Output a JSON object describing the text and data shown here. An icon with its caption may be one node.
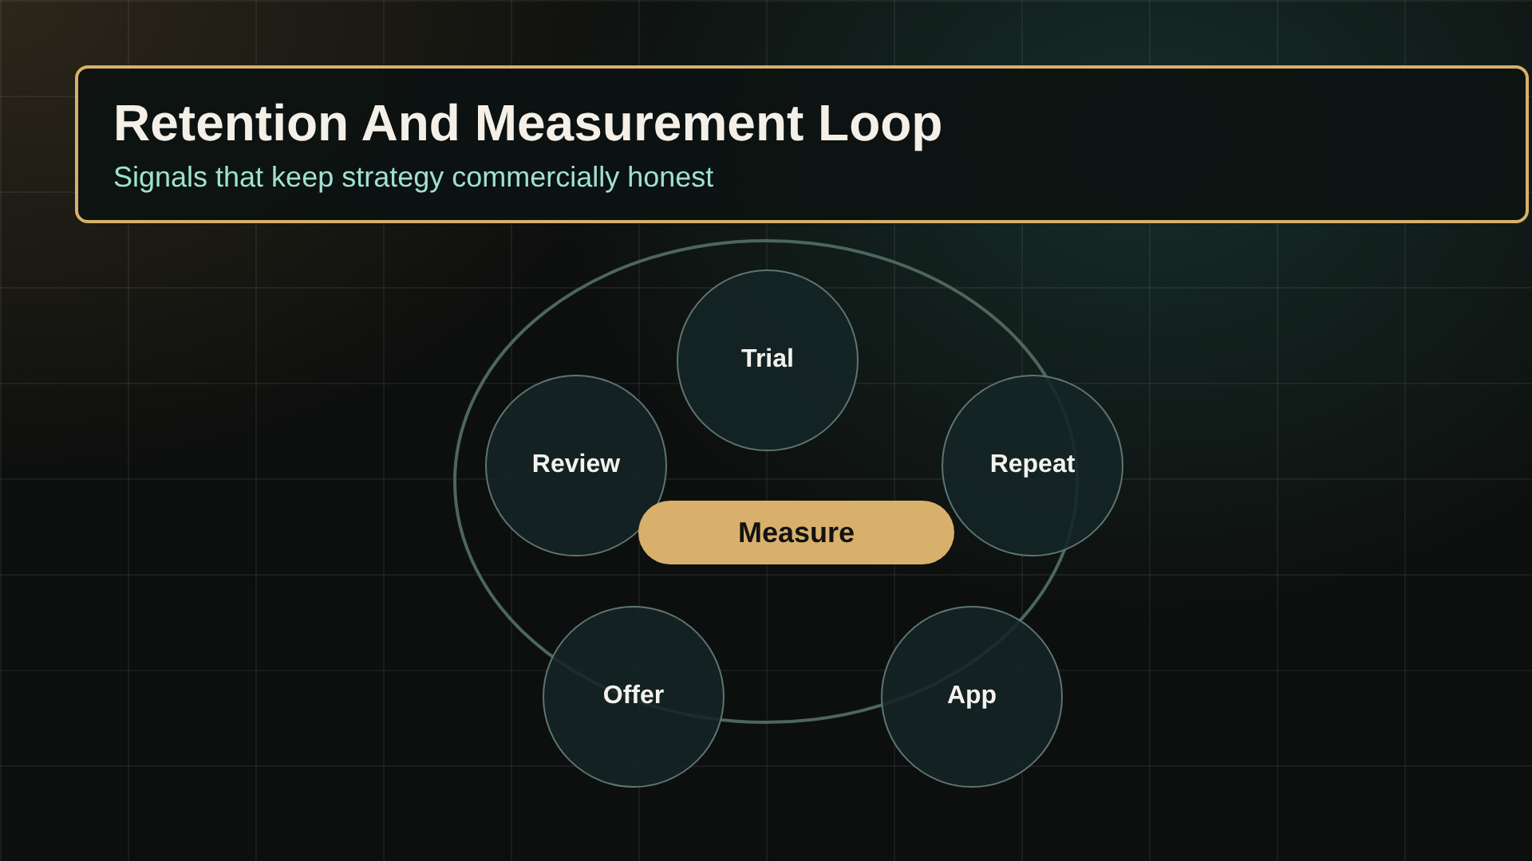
{
  "diagram": {
    "title": "Retention And Measurement Loop",
    "nodes": [
      {
        "text": [
          "Trial"
        ]
      },
      {
        "text": [
          "Review"
        ]
      },
      {
        "text": [
          "Repeat"
        ]
      },
      {
        "text": [
          "Measure"
        ]
      },
      {
        "text": [
          "Offer"
        ]
      },
      {
        "text": [
          "App"
        ]
      }
    ],
    "edges": [],
    "labels": [
      "Signals that keep strategy commercially honest"
    ]
  }
}
